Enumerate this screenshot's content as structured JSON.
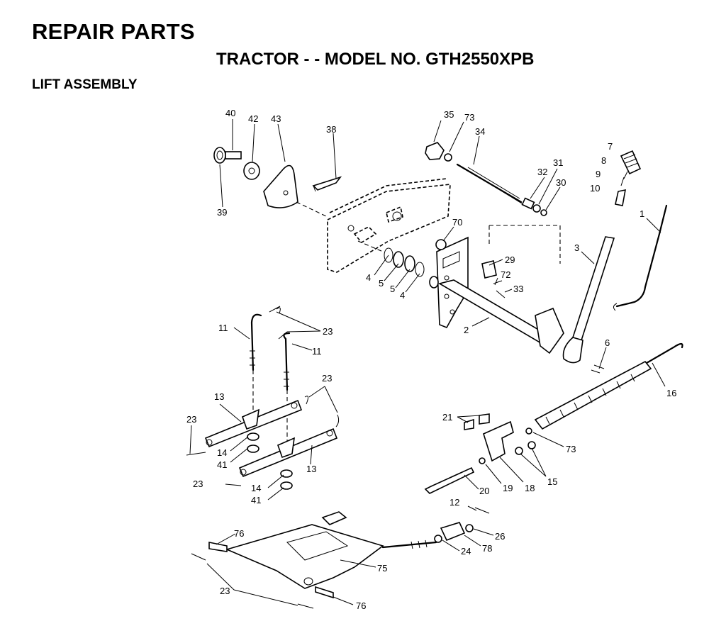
{
  "header": {
    "title": "REPAIR PARTS",
    "subtitle": "TRACTOR - - MODEL NO. GTH2550XPB",
    "section": "LIFT ASSEMBLY"
  },
  "callouts": [
    {
      "id": "c40",
      "label": "40"
    },
    {
      "id": "c42",
      "label": "42"
    },
    {
      "id": "c43",
      "label": "43"
    },
    {
      "id": "c38",
      "label": "38"
    },
    {
      "id": "c39",
      "label": "39"
    },
    {
      "id": "c35",
      "label": "35"
    },
    {
      "id": "c73a",
      "label": "73"
    },
    {
      "id": "c34",
      "label": "34"
    },
    {
      "id": "c7",
      "label": "7"
    },
    {
      "id": "c8",
      "label": "8"
    },
    {
      "id": "c9",
      "label": "9"
    },
    {
      "id": "c10",
      "label": "10"
    },
    {
      "id": "c32",
      "label": "32"
    },
    {
      "id": "c31",
      "label": "31"
    },
    {
      "id": "c30",
      "label": "30"
    },
    {
      "id": "c1",
      "label": "1"
    },
    {
      "id": "c70",
      "label": "70"
    },
    {
      "id": "c3",
      "label": "3"
    },
    {
      "id": "c4a",
      "label": "4"
    },
    {
      "id": "c5a",
      "label": "5"
    },
    {
      "id": "c5b",
      "label": "5"
    },
    {
      "id": "c4b",
      "label": "4"
    },
    {
      "id": "c29",
      "label": "29"
    },
    {
      "id": "c72",
      "label": "72"
    },
    {
      "id": "c33",
      "label": "33"
    },
    {
      "id": "c2",
      "label": "2"
    },
    {
      "id": "c6",
      "label": "6"
    },
    {
      "id": "c11a",
      "label": "11"
    },
    {
      "id": "c23a",
      "label": "23"
    },
    {
      "id": "c11b",
      "label": "11"
    },
    {
      "id": "c23b",
      "label": "23"
    },
    {
      "id": "c13a",
      "label": "13"
    },
    {
      "id": "c23c",
      "label": "23"
    },
    {
      "id": "c14a",
      "label": "14"
    },
    {
      "id": "c41a",
      "label": "41"
    },
    {
      "id": "c13b",
      "label": "13"
    },
    {
      "id": "c23d",
      "label": "23"
    },
    {
      "id": "c14b",
      "label": "14"
    },
    {
      "id": "c41b",
      "label": "41"
    },
    {
      "id": "c16",
      "label": "16"
    },
    {
      "id": "c21",
      "label": "21"
    },
    {
      "id": "c73b",
      "label": "73"
    },
    {
      "id": "c15",
      "label": "15"
    },
    {
      "id": "c18",
      "label": "18"
    },
    {
      "id": "c19",
      "label": "19"
    },
    {
      "id": "c20",
      "label": "20"
    },
    {
      "id": "c12",
      "label": "12"
    },
    {
      "id": "c26",
      "label": "26"
    },
    {
      "id": "c24",
      "label": "24"
    },
    {
      "id": "c78",
      "label": "78"
    },
    {
      "id": "c76a",
      "label": "76"
    },
    {
      "id": "c75",
      "label": "75"
    },
    {
      "id": "c23e",
      "label": "23"
    },
    {
      "id": "c76b",
      "label": "76"
    }
  ]
}
